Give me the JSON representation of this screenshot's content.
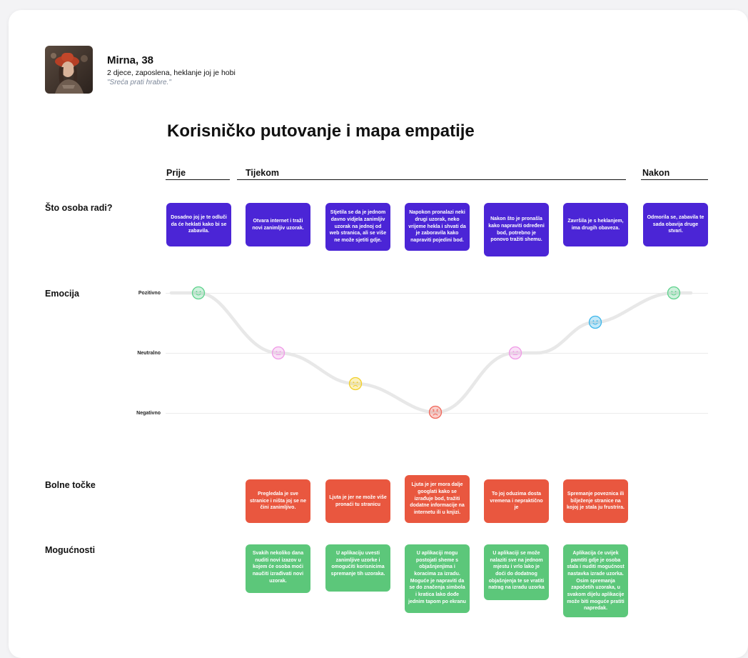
{
  "persona": {
    "name": "Mirna, 38",
    "description": "2 djece, zaposlena, heklanje joj je hobi",
    "quote": "\"Sreća prati hrabre.\""
  },
  "title": "Korisničko putovanje i mapa empatije",
  "phases": {
    "before": "Prije",
    "during": "Tijekom",
    "after": "Nakon"
  },
  "row_labels": {
    "doing": "Što osoba radi?",
    "emotion": "Emocija",
    "pain": "Bolne točke",
    "opportunities": "Mogućnosti"
  },
  "emotion_levels": {
    "positive": "Pozitivno",
    "neutral": "Neutralno",
    "negative": "Negativno"
  },
  "doing": [
    "Dosadno joj je te odluči da će heklati kako bi se zabavila.",
    "Otvara internet i traži novi zanimljiv uzorak.",
    "Stjetila se da je jednom davno vidjela zanimljiv uzorak na jednoj od web stranica, ali se više ne može sjetiti gdje.",
    "Napokon pronalazi neki drugi uzorak, neko vrijeme hekla i shvati da je zaboravila kako napraviti pojedini bod.",
    "Nakon što je pronašla kako napraviti određeni bod, potrebno je ponovo tražiti shemu.",
    "Završila je s heklanjem, ima drugih obaveza.",
    "Odmorila se, zabavila te sada obavija druge stvari."
  ],
  "pain_points": [
    "Pregledala je sve stranice i ništa joj se ne čini zanimljivo.",
    "Ljuta je jer ne može više pronaći tu stranicu",
    "Ljuta je jer mora dalje googlati kako se izrađuje bod, tražiti dodatne informacije na internetu ili u knjizi.",
    "To joj oduzima dosta vremena i nepraktično je",
    "Spremanje poveznica ili bilježenje stranice na kojoj je stala ju frustrira."
  ],
  "opportunities": [
    "Svakih nekoliko dana nuditi novi izazov u kojem će osoba moći naučiti izrađivati novi uzorak.",
    "U aplikaciju uvesti zanimljive uzorke i omogućiti korisnicima spremanje tih uzoraka.",
    "U aplikaciji mogu postojati sheme s objašnjenjima i koracima za izradu. Moguće je napraviti da se do značenja simbola i kratica lako dođe jednim tapom po ekranu",
    "U aplikaciji se može nalaziti sve na jednom mjestu i vrlo lako je doći do dodatnog objašnjenja te se vratiti natrag na izradu uzorka",
    "Aplikacija će uvijek pamtiti gdje je osoba stala i nuditi mogućnost nastavka izrade uzorka. Osim spremanja započetih uzoraka, u svakom dijelu aplikacije može biti moguće pratiti napredak."
  ],
  "emotions": [
    {
      "level": "positive",
      "color": "#5fd28d",
      "face": "smile"
    },
    {
      "level": "neutral",
      "color": "#ef9ae6",
      "face": "neutral"
    },
    {
      "level": "between-neutral-negative",
      "color": "#f2cf2a",
      "face": "sad"
    },
    {
      "level": "negative",
      "color": "#f0675a",
      "face": "angry"
    },
    {
      "level": "neutral",
      "color": "#ef9ae6",
      "face": "neutral"
    },
    {
      "level": "between-positive-neutral",
      "color": "#3cb6ea",
      "face": "smile"
    },
    {
      "level": "positive",
      "color": "#5fd28d",
      "face": "smile"
    }
  ],
  "colors": {
    "doing": "#4b25d6",
    "pain": "#e9573f",
    "opportunity": "#5cc77a"
  }
}
